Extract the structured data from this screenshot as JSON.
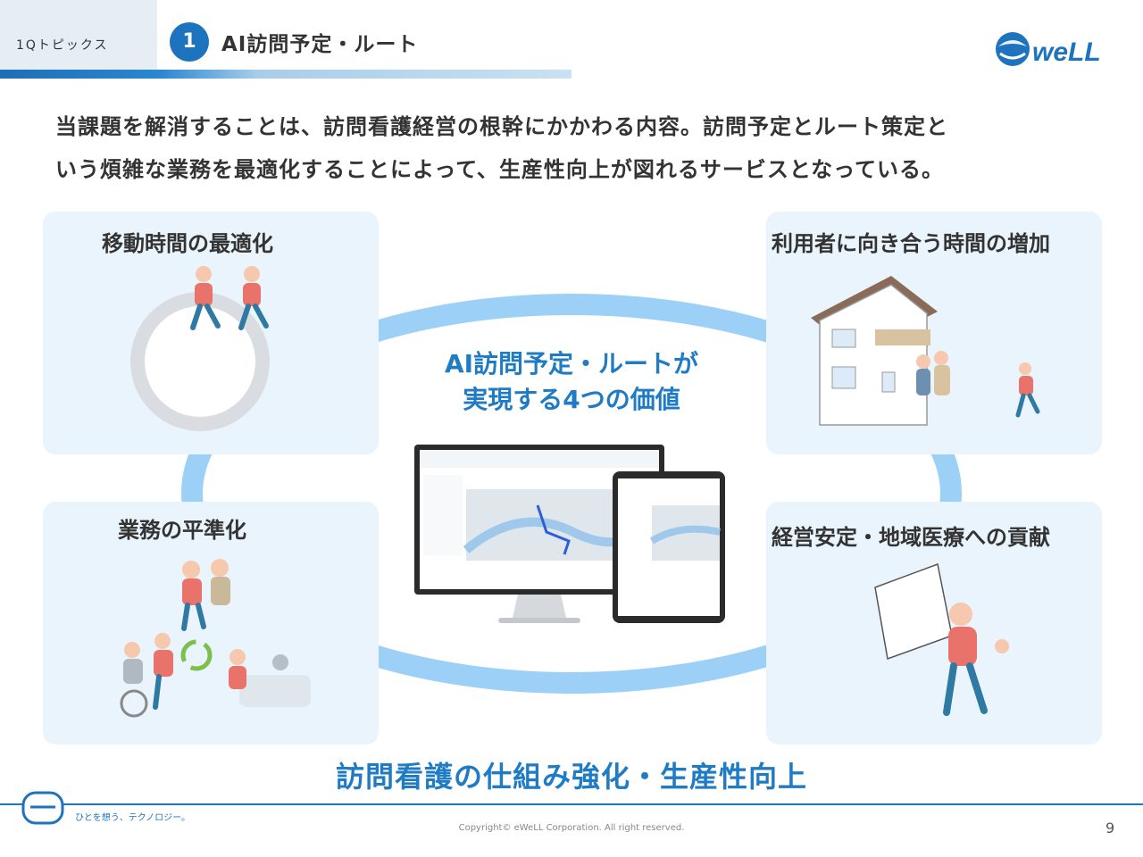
{
  "header": {
    "section_label": "1Qトピックス",
    "topic_number": "1",
    "topic_title": "AI訪問予定・ルート",
    "logo_text": "weLL"
  },
  "lead": {
    "line1": "当課題を解消することは、訪問看護経営の根幹にかかわる内容。訪問予定とルート策定と",
    "line2": "いう煩雑な業務を最適化することによって、生産性向上が図れるサービスとなっている。"
  },
  "center": {
    "title_line1": "AI訪問予定・ルートが",
    "title_line2": "実現する4つの価値"
  },
  "cards": {
    "top_left": {
      "title": "移動時間の最適化"
    },
    "top_right": {
      "title": "利用者に向き合う時間の増加"
    },
    "bottom_left": {
      "title": "業務の平準化"
    },
    "bottom_right": {
      "title": "経営安定・地域医療への貢献"
    }
  },
  "tagline": "訪問看護の仕組み強化・生産性向上",
  "footer": {
    "slogan": "ひとを想う、テクノロジー。",
    "copyright": "Copyright© eWeLL Corporation. All right reserved.",
    "page_number": "9"
  },
  "colors": {
    "brand_blue": "#1e73be",
    "accent_blue": "#1f7bc4",
    "card_bg": "#eaf4fc",
    "ellipse": "#8cc8f5"
  }
}
